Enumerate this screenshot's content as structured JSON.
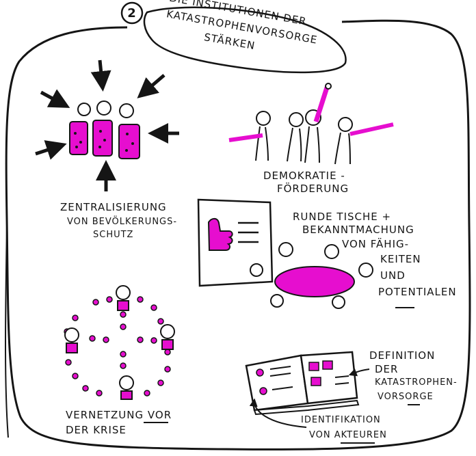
{
  "badge": {
    "number": "2"
  },
  "title": {
    "lines": [
      "DIE INSTITUTIONEN DER",
      "KATASTROPHENVORSORGE",
      "STÄRKEN"
    ]
  },
  "sections": {
    "centralization": {
      "lines": [
        "ZENTRALISIERUNG",
        "VON BEVÖLKERUNGS-",
        "SCHUTZ"
      ]
    },
    "democracy": {
      "lines": [
        "DEMOKRATIE -",
        "FÖRDERUNG"
      ]
    },
    "round_tables": {
      "lines": [
        "RUNDE TISCHE +",
        "BEKANNTMACHUNG",
        "VON FÄHIG-",
        "KEITEN",
        "UND",
        "POTENTIALEN"
      ]
    },
    "network": {
      "lines": [
        "VERNETZUNG VOR",
        "DER KRISE"
      ]
    },
    "definition": {
      "lines": [
        "DEFINITION",
        "DER",
        "KATASTROPHEN-",
        "VORSORGE"
      ]
    },
    "identification": {
      "lines": [
        "IDENTIFIKATION",
        "VON AKTEUREN"
      ]
    }
  },
  "colors": {
    "ink": "#151515",
    "magenta": "#e60ecf",
    "paper": "#ffffff"
  }
}
